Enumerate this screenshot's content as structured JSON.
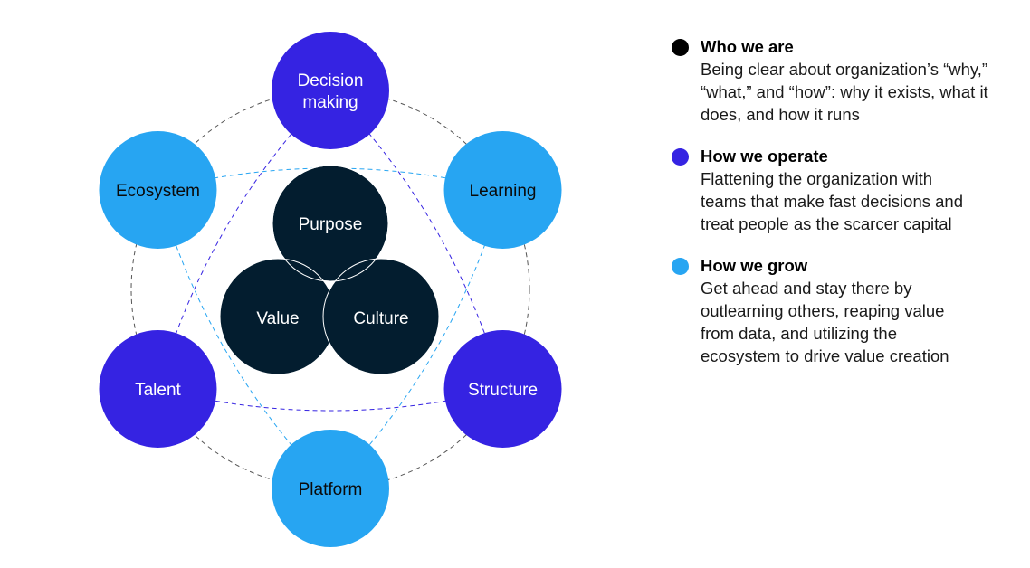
{
  "colors": {
    "who": "#000000",
    "operate": "#3523e2",
    "grow": "#27a5f2",
    "core": "#031d2f",
    "ring": "#555555"
  },
  "outer_nodes": [
    {
      "id": "decision-making",
      "lines": [
        "Decision",
        "making"
      ],
      "group": "operate"
    },
    {
      "id": "learning",
      "lines": [
        "Learning"
      ],
      "group": "grow"
    },
    {
      "id": "structure",
      "lines": [
        "Structure"
      ],
      "group": "operate"
    },
    {
      "id": "platform",
      "lines": [
        "Platform"
      ],
      "group": "grow"
    },
    {
      "id": "talent",
      "lines": [
        "Talent"
      ],
      "group": "operate"
    },
    {
      "id": "ecosystem",
      "lines": [
        "Ecosystem"
      ],
      "group": "grow"
    }
  ],
  "core_nodes": [
    {
      "id": "purpose",
      "label": "Purpose"
    },
    {
      "id": "value",
      "label": "Value"
    },
    {
      "id": "culture",
      "label": "Culture"
    }
  ],
  "legend": [
    {
      "group": "who",
      "title": "Who we are",
      "description": "Being clear about organization’s “why,” “what,” and “how”: why it exists, what it does, and how it runs"
    },
    {
      "group": "operate",
      "title": "How we operate",
      "description": "Flattening the organization with teams that make fast decisions and treat people as the scarcer capital"
    },
    {
      "group": "grow",
      "title": "How we grow",
      "description": "Get ahead and stay there by outlearning others, reaping value from data, and utilizing the ecosystem to drive value creation"
    }
  ]
}
